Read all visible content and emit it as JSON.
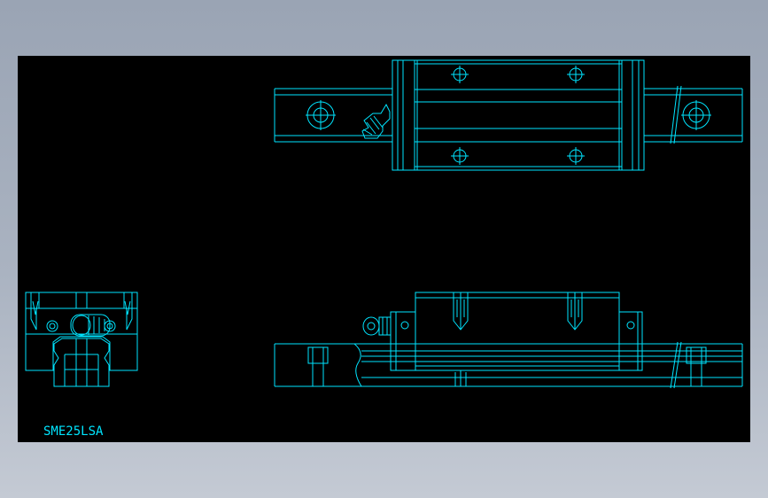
{
  "drawing": {
    "label": "SME25LSA",
    "background_color": "#000000",
    "line_color": "#00e5ff",
    "window_color": "#aab3c1"
  },
  "views": [
    {
      "name": "top-view"
    },
    {
      "name": "end-view"
    },
    {
      "name": "side-view"
    }
  ]
}
